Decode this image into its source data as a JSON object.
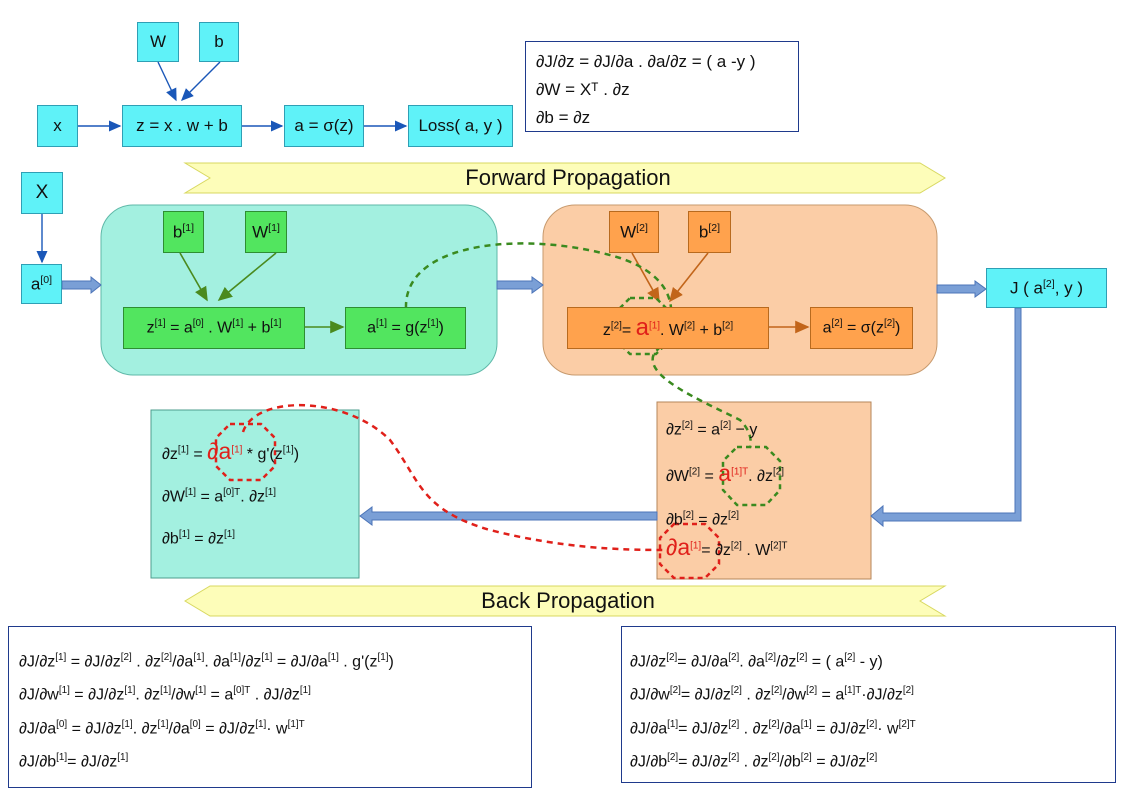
{
  "top_flow": {
    "w": "W",
    "b": "b",
    "x": "x",
    "z_eq": "z = x . w + b",
    "a_eq": "a = σ(z)",
    "loss": "Loss( a, y )"
  },
  "top_eqs": [
    "∂J/∂z = ∂J/∂a  .  ∂a/∂z = ( a -y )",
    "∂W = Xᵀ . ∂z",
    "∂b = ∂z"
  ],
  "forward_label": "Forward Propagation",
  "back_label": "Back Propagation",
  "X": "X",
  "a0": {
    "base": "a",
    "sup": "[0]"
  },
  "layer1": {
    "b": {
      "base": "b",
      "sup": "[1]"
    },
    "W": {
      "base": "W",
      "sup": "[1]"
    },
    "z_eq": {
      "z": "z",
      "s1": "[1]",
      "t1": " = a",
      "s2": "[0]",
      "t2": " . W",
      "s3": "[1]",
      "t3": " + b",
      "s4": "[1]"
    },
    "a_eq": {
      "a": "a",
      "s1": "[1]",
      "t1": " = g(z",
      "s2": "[1]",
      "t2": ")"
    }
  },
  "layer2": {
    "W": {
      "base": "W",
      "sup": "[2]"
    },
    "b": {
      "base": "b",
      "sup": "[2]"
    },
    "z_eq": {
      "z": "z",
      "s1": "[2]",
      "t1": "= ",
      "a": "a",
      "s2": "[1]",
      "t2": ". W",
      "s3": "[2]",
      "t3": " + b",
      "s4": "[2]"
    },
    "a_eq": {
      "a": "a",
      "s1": "[2]",
      "t1": " = σ(z",
      "s2": "[2]",
      "t2": ")"
    }
  },
  "cost": {
    "t1": "J ( a",
    "s1": "[2]",
    "t2": ", y )"
  },
  "back2": {
    "dz": {
      "t1": "∂z",
      "s1": "[2]",
      "t2": " = a",
      "s2": "[2]",
      "t3": " − y"
    },
    "dW": {
      "t1": "∂W",
      "s1": "[2]",
      "t2": " = ",
      "a": "a",
      "s2": "[1]T",
      "t3": ". ∂z",
      "s3": "[2]"
    },
    "db": {
      "t1": "∂b",
      "s1": "[2]",
      "t2": " = ∂z",
      "s2": "[2]"
    },
    "da": {
      "a": "∂a",
      "s1": "[1]",
      "t1": "= ∂z",
      "s2": "[2]",
      "t2": " . W",
      "s3": "[2]T"
    }
  },
  "back1": {
    "dz": {
      "t1": "∂z",
      "s1": "[1]",
      "t2": " = ",
      "a": "∂a",
      "s2": "[1]",
      "t3": " * g'(z",
      "s3": "[1]",
      "t4": ")"
    },
    "dW": {
      "t1": "∂W",
      "s1": "[1]",
      "t2": " = a",
      "s2": "[0]T",
      "t3": ". ∂z",
      "s3": "[1]"
    },
    "db": {
      "t1": "∂b",
      "s1": "[1]",
      "t2": " = ∂z",
      "s2": "[1]"
    }
  },
  "bottom_left": [
    {
      "p": [
        "∂J/∂z",
        "[1]",
        "  =   ∂J/∂z",
        "[2]",
        " . ∂z",
        "[2]",
        "/∂a",
        "[1]",
        ". ∂a",
        "[1]",
        "/∂z",
        "[1]",
        " = ∂J/∂a",
        "[1]",
        " . g'(z",
        "[1]",
        ")"
      ]
    },
    {
      "p": [
        "∂J/∂w",
        "[1]",
        " =   ∂J/∂z",
        "[1]",
        ". ∂z",
        "[1]",
        "/∂w",
        "[1]",
        "  = a",
        "[0]T",
        " . ∂J/∂z",
        "[1]"
      ]
    },
    {
      "p": [
        "∂J/∂a",
        "[0]",
        " =   ∂J/∂z",
        "[1]",
        ".  ∂z",
        "[1]",
        "/∂a",
        "[0]",
        " = ∂J/∂z",
        "[1]",
        "· w",
        "[1]T"
      ]
    },
    {
      "p": [
        "∂J/∂b",
        "[1]",
        "=   ∂J/∂z",
        "[1]"
      ]
    }
  ],
  "bottom_right": [
    {
      "p": [
        "∂J/∂z",
        "[2]",
        "=   ∂J/∂a",
        "[2]",
        ".  ∂a",
        "[2]",
        "/∂z",
        "[2]",
        " = ( a",
        "[2]",
        " - y)"
      ]
    },
    {
      "p": [
        "∂J/∂w",
        "[2]",
        "=   ∂J/∂z",
        "[2]",
        " .  ∂z",
        "[2]",
        "/∂w",
        "[2]",
        " = a",
        "[1]T",
        "·∂J/∂z",
        "[2]"
      ]
    },
    {
      "p": [
        "∂J/∂a",
        "[1]",
        "=   ∂J/∂z",
        "[2]",
        " .  ∂z",
        "[2]",
        "/∂a",
        "[1]",
        " = ∂J/∂z",
        "[2]",
        "· w",
        "[2]T"
      ]
    },
    {
      "p": [
        "∂J/∂b",
        "[2]",
        "=   ∂J/∂z",
        "[2]",
        " .  ∂z",
        "[2]",
        "/∂b",
        "[2]",
        " = ∂J/∂z",
        "[2]"
      ]
    }
  ],
  "colors": {
    "cyan": "#5ff2f8",
    "teal_panel": "#a3f0e0",
    "peach_panel": "#fbcda6",
    "green": "#52e55f",
    "orange": "#ffa24d",
    "banner": "#fdfdb9",
    "arrow_blue": "#7a9fd6",
    "green_dash": "#3a8a1f",
    "red_dash": "#e0201a"
  }
}
